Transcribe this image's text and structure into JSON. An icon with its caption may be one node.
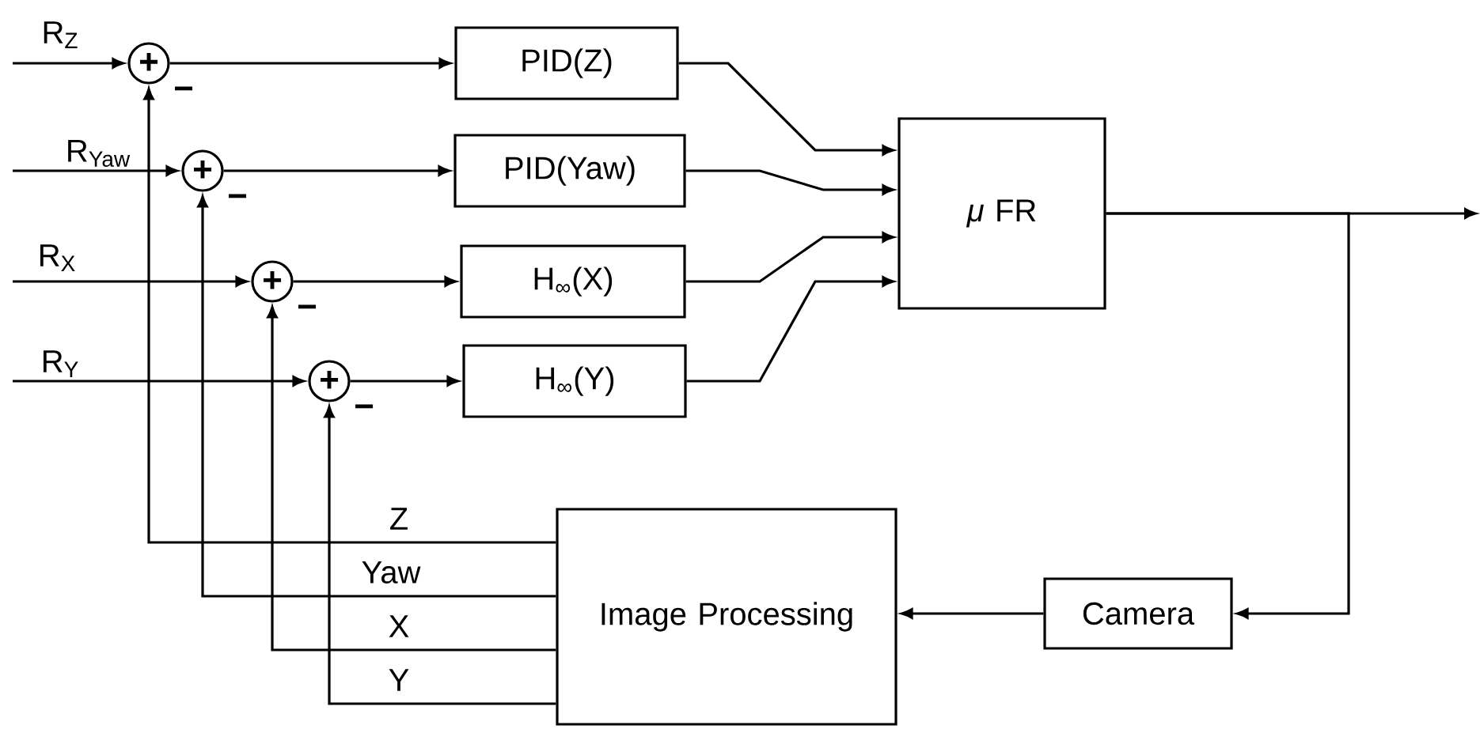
{
  "diagram": {
    "nodes": [
      {
        "text": [
          "+"
        ],
        "beside": [
          "−"
        ]
      },
      {
        "text": [
          "+"
        ],
        "beside": [
          "−"
        ]
      },
      {
        "text": [
          "+"
        ],
        "beside": [
          "−"
        ]
      },
      {
        "text": [
          "+"
        ],
        "beside": [
          "−"
        ]
      },
      {
        "text": [
          "PID(Z)"
        ]
      },
      {
        "text": [
          "PID(Yaw)"
        ]
      },
      {
        "text": [
          "H$_{∞}$(X)"
        ]
      },
      {
        "text": [
          "H$_{∞}$(Y)"
        ]
      },
      {
        "text": [
          "*μ* FR"
        ]
      },
      {
        "text": [
          "Image Processing"
        ]
      },
      {
        "text": [
          "Camera"
        ]
      }
    ],
    "edges": [
      {
        "from": null,
        "to": 0,
        "arrow": "to",
        "label": "R$_{Z}$"
      },
      {
        "from": null,
        "to": 1,
        "arrow": "to",
        "label": "R$_{Yaw}$"
      },
      {
        "from": null,
        "to": 2,
        "arrow": "to",
        "label": "R$_{X}$"
      },
      {
        "from": null,
        "to": 3,
        "arrow": "to",
        "label": "R$_{Y}$"
      },
      {
        "from": 0,
        "to": 4,
        "arrow": "to"
      },
      {
        "from": 1,
        "to": 5,
        "arrow": "to"
      },
      {
        "from": 2,
        "to": 6,
        "arrow": "to"
      },
      {
        "from": 3,
        "to": 7,
        "arrow": "to"
      },
      {
        "from": 4,
        "to": 8,
        "arrow": "to"
      },
      {
        "from": 5,
        "to": 8,
        "arrow": "to"
      },
      {
        "from": 6,
        "to": 8,
        "arrow": "to"
      },
      {
        "from": 7,
        "to": 8,
        "arrow": "to"
      },
      {
        "from": 8,
        "to": null,
        "arrow": "to"
      },
      {
        "from": 8,
        "to": 10,
        "arrow": "to"
      },
      {
        "from": 10,
        "to": 9,
        "arrow": "to"
      },
      {
        "from": 9,
        "to": 0,
        "arrow": "to",
        "label": "Z"
      },
      {
        "from": 9,
        "to": 1,
        "arrow": "to",
        "label": "Yaw"
      },
      {
        "from": 9,
        "to": 2,
        "arrow": "to",
        "label": "X"
      },
      {
        "from": 9,
        "to": 3,
        "arrow": "to",
        "label": "Y"
      }
    ]
  }
}
